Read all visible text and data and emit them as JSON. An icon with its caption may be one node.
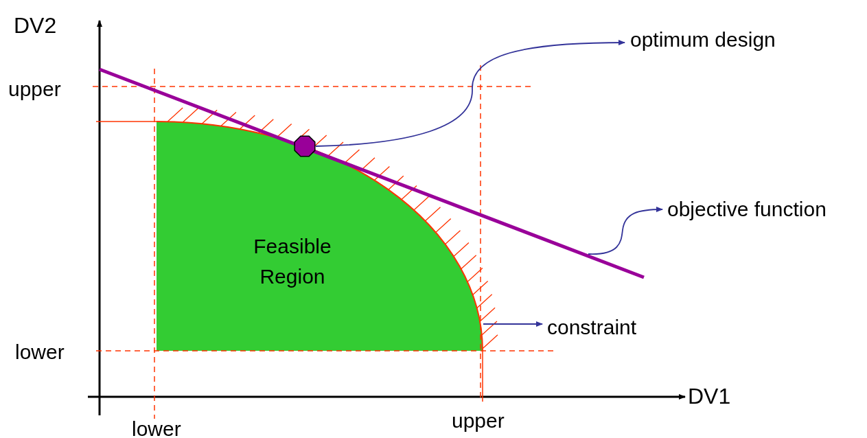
{
  "diagram": {
    "nodes": [
      {
        "text": [
          "optimum design"
        ]
      },
      {
        "text": [],
        "shape": "octagon"
      },
      {
        "text": [
          "objective function"
        ]
      },
      {
        "text": [
          "constraint"
        ]
      },
      {
        "text": [
          "Feasible Region"
        ]
      }
    ],
    "edges": [
      {
        "from": 1,
        "to": 0,
        "arrow": "to"
      },
      {
        "from": null,
        "to": 2,
        "arrow": "to"
      },
      {
        "from": null,
        "to": 3,
        "arrow": "to"
      }
    ],
    "labels": [
      "DV2",
      "upper",
      "lower",
      "DV1",
      "lower",
      "upper"
    ]
  }
}
